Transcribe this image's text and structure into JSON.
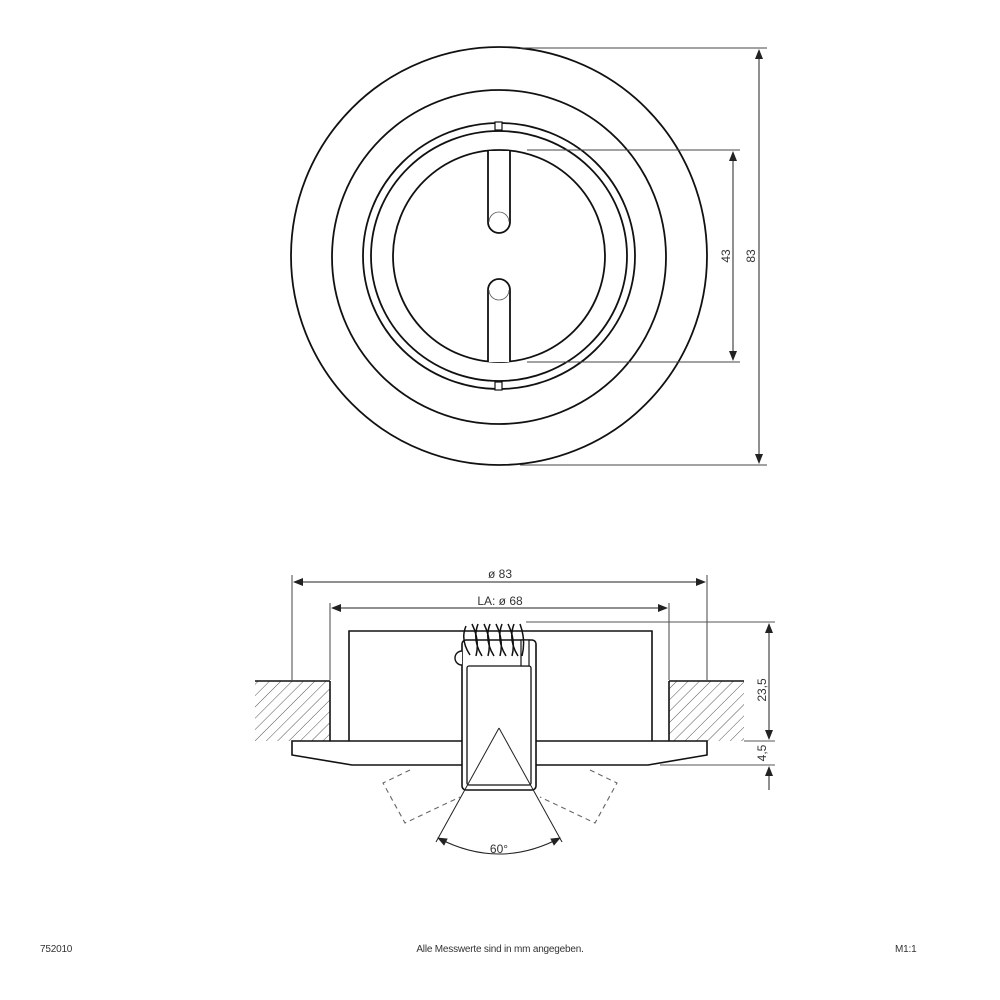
{
  "drawing": {
    "type": "technical drawing - recessed downlight, top view and side section",
    "top_view": {
      "dimensions": {
        "outer_height": "83",
        "inner_height": "43"
      }
    },
    "side_view": {
      "dimensions": {
        "outer_diameter": "ø 83",
        "cutout_diameter": "LA: ø 68",
        "height_above_flange": "23,5",
        "flange_height": "4,5",
        "tilt_angle": "60°"
      }
    }
  },
  "footer": {
    "article_number": "752010",
    "note": "Alle Messwerte sind in mm angegeben.",
    "scale": "M1:1"
  },
  "colors": {
    "line": "#111111",
    "dim_line": "#444444",
    "hatch": "#555555",
    "background": "#ffffff"
  }
}
